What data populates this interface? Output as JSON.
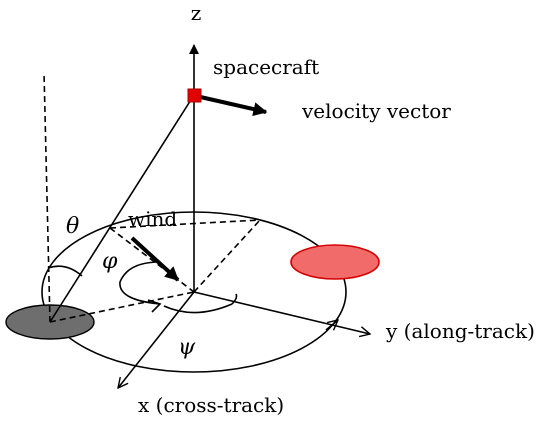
{
  "labels": {
    "z_axis": "z",
    "spacecraft": "spacecraft",
    "velocity_vector": "velocity vector",
    "wind": "wind",
    "y_axis": "y (along-track)",
    "x_axis": "x (cross-track)"
  },
  "symbols": {
    "theta": "θ",
    "phi": "φ",
    "psi": "ψ"
  },
  "colors": {
    "spacecraft_marker": "#e00000",
    "red_footprint_fill": "#f26b6b",
    "red_footprint_stroke": "#d40000",
    "gray_footprint_fill": "#6e6e6e",
    "line": "#000000"
  }
}
